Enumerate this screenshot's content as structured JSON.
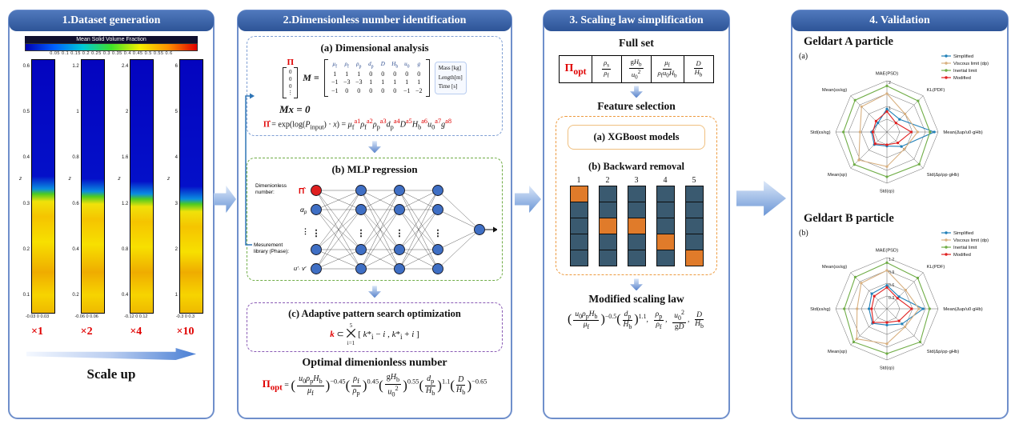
{
  "accent": {
    "panel_border": "#6f8fcb",
    "header_bg": "#2d5497",
    "red": "#e00000",
    "node_blue": "#3f6fc4",
    "cell_blue": "#3a5a70",
    "cell_orange": "#e07b2a"
  },
  "p1": {
    "title": "1.Dataset generation",
    "colorbar_title": "Mean Solid Volume Fraction",
    "colorbar_ticks": "0.05 0.1 0.15 0.2 0.25 0.3 0.35 0.4 0.45 0.5 0.55 0.6",
    "z_axis": "z",
    "columns": [
      {
        "yticks": [
          "0.6",
          "0.5",
          "0.4",
          "0.3",
          "0.2",
          "0.1"
        ],
        "xticks": "-0.03 0 0.03",
        "scale": "×1",
        "bed": 52
      },
      {
        "yticks": [
          "1.2",
          "1",
          "0.8",
          "0.6",
          "0.4",
          "0.2"
        ],
        "xticks": "-0.06 0 0.06",
        "scale": "×2",
        "bed": 53
      },
      {
        "yticks": [
          "2.4",
          "2",
          "1.6",
          "1.2",
          "0.8",
          "0.4"
        ],
        "xticks": "-0.12 0 0.12",
        "scale": "×4",
        "bed": 54
      },
      {
        "yticks": [
          "6",
          "5",
          "4",
          "3",
          "2",
          "1"
        ],
        "xticks": "-0.3 0 0.3",
        "scale": "×10",
        "bed": 56
      }
    ],
    "scale_up": "Scale up"
  },
  "p2": {
    "title": "2.Dimensionless number identification",
    "a": {
      "heading": "(a) Dimensional analysis",
      "pi": "Π",
      "pi_vec": [
        "0",
        "0",
        "0",
        "⋮"
      ],
      "m": "M =",
      "headers": [
        "<i>μ</i><sub>f</sub>",
        "<i>ρ</i><sub>f</sub>",
        "<i>ρ</i><sub>p</sub>",
        "<i>d</i><sub>p</sub>",
        "<i>D</i>",
        "<i>H</i><sub>b</sub>",
        "<i>u</i><sub>0</sub>",
        "<i>g</i>"
      ],
      "rows": [
        [
          "1",
          "1",
          "1",
          "0",
          "0",
          "0",
          "0",
          "0"
        ],
        [
          "−1",
          "−3",
          "−3",
          "1",
          "1",
          "1",
          "1",
          "1"
        ],
        [
          "−1",
          "0",
          "0",
          "0",
          "0",
          "0",
          "−1",
          "−2"
        ]
      ],
      "units": [
        "Mass  [kg]",
        "Length[m]",
        "Time  [s]"
      ],
      "eq1": "Mx = 0",
      "eq2": "<span class='rd'><b>Π̂</b></span> = exp(log(<i>P</i><sub>input</sub>) · <i>x</i>) = <i>μ</i><sub>f</sub><sup class='rd'>a1</sup><i>ρ</i><sub>f</sub><sup class='rd'>a2</sup><i>ρ</i><sub>p</sub><sup class='rd'>a3</sup><i>d</i><sub>p</sub><sup class='rd'>a4</sup><i>D</i><sup class='rd'>a5</sup><i>H</i><sub>b</sub><sup class='rd'>a6</sup><i>u</i><sub>0</sub><sup class='rd'>a7</sup><i>g</i><sup class='rd'>a8</sup>"
    },
    "b": {
      "heading": "(b) MLP regression",
      "in1a": "Dimenionless",
      "in1b": "number:",
      "pi_hat": "Π̂",
      "alpha_main": "α",
      "alpha_sub": "p",
      "in2a": "Mesurement",
      "in2b": "library (Phase):",
      "uv": "u′· v′",
      "layers": [
        4,
        4,
        4,
        4
      ],
      "dots": "⋮"
    },
    "c": {
      "heading": "(c) Adaptive pattern search optimization",
      "eq": "<span class='rd'><b><i>k</i></b></span> ⊂ <span class='nary'><span>5</span><span>⨉</span><span>i=1</span></span>&nbsp;[ <i>k</i>*<sub>i</sub> − <i>i</i> ,&nbsp;<i>k</i>*<sub>i</sub> + <i>i</i> ]"
    },
    "opt_heading": "Optimal dimenionless number",
    "opt_eq": "<span class='rd' style='font-size:13px'><b>Π<sub>opt</sub></b></span> = <span class='bp'>(</span><span class='fr'><span><i>u</i><sub>0</sub><i>ρ</i><sub>p</sub><i>H</i><sub>b</sub></span><span><i>μ</i><sub>f</sub></span></span><span class='bp'>)</span><sup>−0.45</sup><span class='bp'>(</span><span class='fr'><span><i>ρ</i><sub>f</sub></span><span><i>ρ</i><sub>p</sub></span></span><span class='bp'>)</span><sup>0.45</sup><span class='bp'>(</span><span class='fr'><span>g<i>H</i><sub>b</sub></span><span><i>u</i><sub>0</sub><sup>2</sup></span></span><span class='bp'>)</span><sup>0.55</sup><span class='bp'>(</span><span class='fr'><span><i>d</i><sub>p</sub></span><span><i>H</i><sub>b</sub></span></span><span class='bp'>)</span><sup>1.1</sup><span class='bp'>(</span><span class='fr'><span><i>D</i></span><span><i>H</i><sub>b</sub></span></span><span class='bp'>)</span><sup>−0.65</sup>"
  },
  "p3": {
    "title": "3. Scaling law simplification",
    "full_set": "Full set",
    "table": [
      "<span class='rd' style='font-size:14px'><b>Π<sub>opt</sub></b></span>",
      "<span class='fr'><span><i>ρ</i><sub>s</sub></span><span><i>ρ</i><sub>f</sub></span></span>",
      "<span class='fr'><span>g<i>H</i><sub>b</sub></span><span><i>u</i><sub>0</sub><sup>2</sup></span></span>",
      "<span class='fr'><span><i>μ</i><sub>f</sub></span><span><i>ρ</i><sub>f</sub><i>u</i><sub>0</sub><i>H</i><sub>b</sub></span></span>",
      "<span class='fr'><span><i>D</i></span><span><i>H</i><sub>b</sub></span></span>"
    ],
    "feature": "Feature selection",
    "xgb": "(a) XGBoost models",
    "backward": "(b) Backward removal",
    "col_numbers": [
      "1",
      "2",
      "3",
      "4",
      "5"
    ],
    "rows_per_col": 5,
    "orange_rows": [
      0,
      2,
      2,
      3,
      4
    ],
    "modified": "Modified scaling law",
    "mod_eq": "<span class='bp'>(</span><span class='fr'><span><i>u</i><sub>0</sub><i>ρ</i><sub>p</sub><i>H</i><sub>b</sub></span><span><i>μ</i><sub>f</sub></span></span><span class='bp'>)</span><sup>−0.5</sup><span class='bp'>(</span><span class='fr'><span><i>d</i><sub>p</sub></span><span><i>H</i><sub>b</sub></span></span><span class='bp'>)</span><sup>1.1</sup>,&nbsp; <span class='fr'><span><i>ρ</i><sub>p</sub></span><span><i>ρ</i><sub>f</sub></span></span>,&nbsp; <span class='fr'><span><i>u</i><sub>0</sub><sup>2</sup></span><span>g<i>D</i></span></span>,&nbsp; <span class='fr'><span><i>D</i></span><span><i>H</i><sub>b</sub></span></span>"
  },
  "p4": {
    "title": "4. Validation",
    "a_title": "Geldart A particle",
    "a_tag": "(a)",
    "b_title": "Geldart B particle",
    "b_tag": "(b)"
  },
  "chart_data": [
    {
      "type": "radar",
      "title": "Geldart A particle",
      "labels": [
        "MAE(PSD)",
        "KL(PDF)",
        "Mean(Δup/u0·gHb)",
        "Std(Δp/ρp·gHb)",
        "Std(εp)",
        "Mean(εp)",
        "Std(εs/εg)",
        "Mean(εs/εg)"
      ],
      "rmax": 2,
      "ticks": [
        "1",
        "2"
      ],
      "legend_position": "top-right",
      "series": [
        {
          "name": "Simplified",
          "color": "#2080b8",
          "values": [
            0.9,
            0.7,
            1.85,
            0.8,
            0.55,
            0.7,
            0.6,
            0.5
          ]
        },
        {
          "name": "Viscous limit (dp)",
          "color": "#d8b080",
          "values": [
            1.5,
            1.0,
            1.2,
            0.95,
            1.35,
            1.55,
            1.05,
            1.4
          ]
        },
        {
          "name": "Inertial limit",
          "color": "#70ad47",
          "values": [
            1.8,
            1.72,
            1.68,
            1.78,
            1.75,
            1.8,
            1.7,
            1.76
          ]
        },
        {
          "name": "Modified",
          "color": "#e02020",
          "values": [
            0.8,
            0.5,
            0.95,
            0.6,
            0.5,
            0.65,
            0.55,
            0.6
          ]
        }
      ]
    },
    {
      "type": "radar",
      "title": "Geldart B particle",
      "labels": [
        "MAE(PSD)",
        "KL(PDF)",
        "Mean(Δup/u0·gHb)",
        "Std(Δp/ρp·gHb)",
        "Std(εp)",
        "Mean(εp)",
        "Std(εs/εg)",
        "Mean(εs/εg)"
      ],
      "rmax": 1.2,
      "ticks": [
        "0.3",
        "0.6",
        "0.9",
        "1.2"
      ],
      "legend_position": "top-right",
      "series": [
        {
          "name": "Simplified",
          "color": "#2080b8",
          "values": [
            0.55,
            0.4,
            0.85,
            0.5,
            0.38,
            0.48,
            0.42,
            0.5
          ]
        },
        {
          "name": "Viscous limit (dp)",
          "color": "#d8b080",
          "values": [
            0.9,
            0.62,
            0.75,
            0.6,
            0.82,
            1.0,
            0.7,
            0.85
          ]
        },
        {
          "name": "Inertial limit",
          "color": "#70ad47",
          "values": [
            1.08,
            1.02,
            1.0,
            1.1,
            1.05,
            1.1,
            1.0,
            1.05
          ]
        },
        {
          "name": "Modified",
          "color": "#e02020",
          "values": [
            0.5,
            0.35,
            0.58,
            0.4,
            0.32,
            0.45,
            0.36,
            0.42
          ]
        }
      ]
    }
  ]
}
